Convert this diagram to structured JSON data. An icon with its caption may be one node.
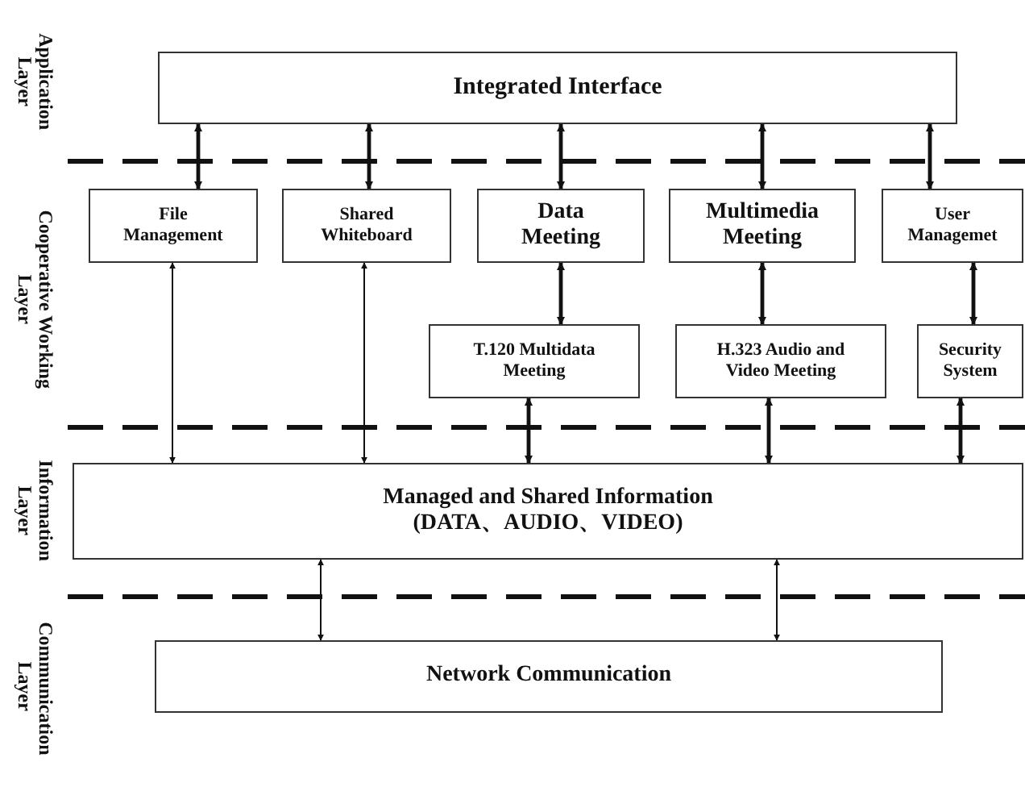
{
  "diagram": {
    "nodes": [
      {
        "text": [
          "Integrated Interface"
        ]
      },
      {
        "text": [
          "File Management"
        ]
      },
      {
        "text": [
          "Shared Whiteboard"
        ]
      },
      {
        "text": [
          "Data Meeting"
        ]
      },
      {
        "text": [
          "Multimedia Meeting"
        ]
      },
      {
        "text": [
          "User Managemet"
        ]
      },
      {
        "text": [
          "T.120 Multidata Meeting"
        ]
      },
      {
        "text": [
          "H.323 Audio and Video Meeting"
        ]
      },
      {
        "text": [
          "Security System"
        ]
      },
      {
        "text": [
          "Managed and Shared Information",
          "(DATA、AUDIO、VIDEO)"
        ]
      },
      {
        "text": [
          "Network Communication"
        ]
      }
    ],
    "edges": [
      {
        "from": 0,
        "to": 1,
        "arrow": "both"
      },
      {
        "from": 0,
        "to": 2,
        "arrow": "both"
      },
      {
        "from": 0,
        "to": 3,
        "arrow": "both"
      },
      {
        "from": 0,
        "to": 4,
        "arrow": "both"
      },
      {
        "from": 0,
        "to": 5,
        "arrow": "both"
      },
      {
        "from": 3,
        "to": 6,
        "arrow": "both"
      },
      {
        "from": 4,
        "to": 7,
        "arrow": "both"
      },
      {
        "from": 5,
        "to": 8,
        "arrow": "both"
      },
      {
        "from": 1,
        "to": 9,
        "arrow": "both"
      },
      {
        "from": 2,
        "to": 9,
        "arrow": "both"
      },
      {
        "from": 6,
        "to": 9,
        "arrow": "both"
      },
      {
        "from": 7,
        "to": 9,
        "arrow": "both"
      },
      {
        "from": 8,
        "to": 9,
        "arrow": "both"
      },
      {
        "from": 9,
        "to": 10,
        "arrow": "both"
      },
      {
        "from": 9,
        "to": 10,
        "arrow": "both"
      }
    ],
    "labels": [
      "Application Layer",
      "Cooperative Working Layer",
      "Information Layer",
      "Communication Layer"
    ]
  }
}
